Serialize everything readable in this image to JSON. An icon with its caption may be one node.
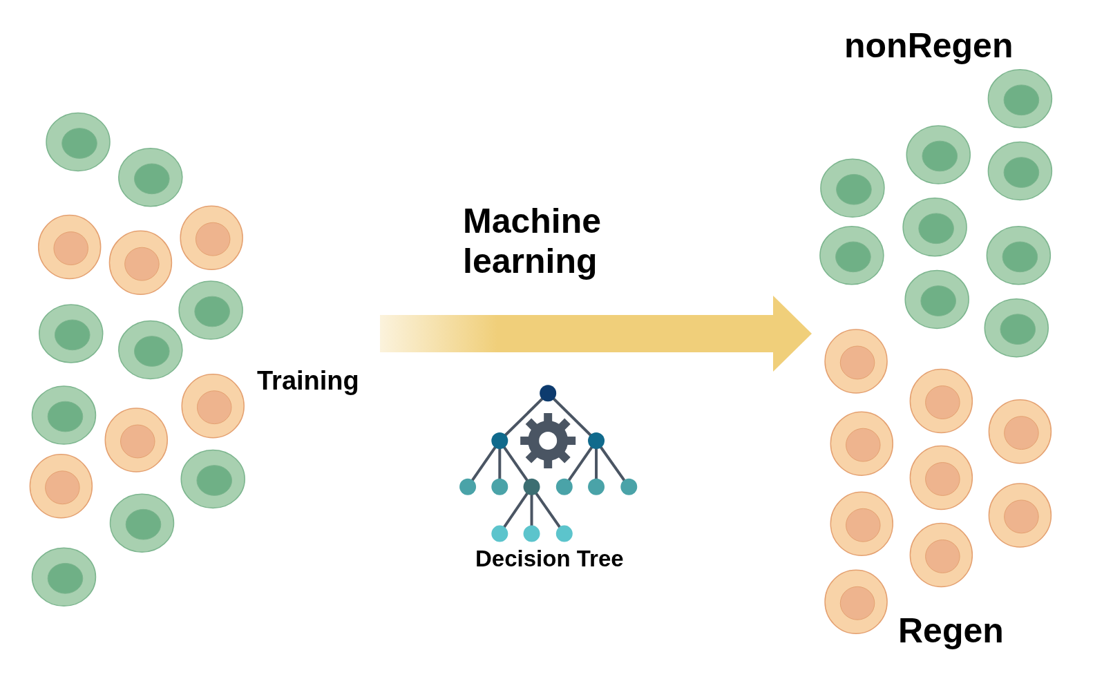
{
  "diagram": {
    "nodes": [
      {
        "text": [],
        "shape": "picture",
        "beside": [
          "Training"
        ]
      },
      {
        "text": [],
        "shape": "picture"
      },
      {
        "text": [
          "nonRegen"
        ],
        "in": 1
      },
      {
        "text": [
          "Regen"
        ],
        "in": 1
      },
      {
        "text": [
          "Decision Tree"
        ]
      }
    ],
    "edges": [
      {
        "from": 0,
        "to": 1,
        "arrow": "to",
        "label": "Machine learning"
      }
    ]
  }
}
